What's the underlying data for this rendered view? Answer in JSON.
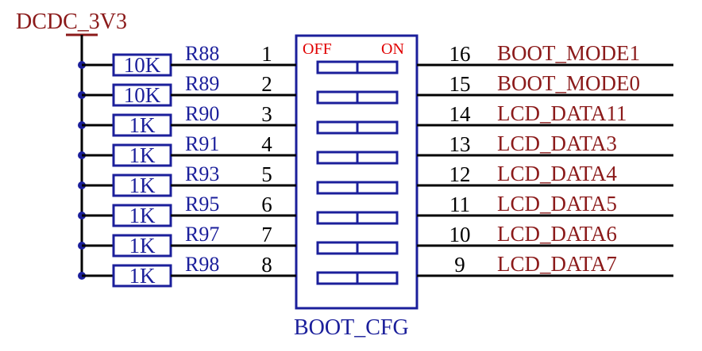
{
  "power_net": "DCDC_3V3",
  "component": {
    "designator": "BOOT_CFG",
    "off_label": "OFF",
    "on_label": "ON"
  },
  "colors": {
    "wire": "#000000",
    "component": "#1b1f9b",
    "net_label": "#8b1a1a",
    "switch_text": "#e00000"
  },
  "rows": [
    {
      "resistor": "R88",
      "value": "10K",
      "left_pin": "1",
      "right_pin": "16",
      "net": "BOOT_MODE1"
    },
    {
      "resistor": "R89",
      "value": "10K",
      "left_pin": "2",
      "right_pin": "15",
      "net": "BOOT_MODE0"
    },
    {
      "resistor": "R90",
      "value": "1K",
      "left_pin": "3",
      "right_pin": "14",
      "net": "LCD_DATA11"
    },
    {
      "resistor": "R91",
      "value": "1K",
      "left_pin": "4",
      "right_pin": "13",
      "net": "LCD_DATA3"
    },
    {
      "resistor": "R93",
      "value": "1K",
      "left_pin": "5",
      "right_pin": "12",
      "net": "LCD_DATA4"
    },
    {
      "resistor": "R95",
      "value": "1K",
      "left_pin": "6",
      "right_pin": "11",
      "net": "LCD_DATA5"
    },
    {
      "resistor": "R97",
      "value": "1K",
      "left_pin": "7",
      "right_pin": "10",
      "net": "LCD_DATA6"
    },
    {
      "resistor": "R98",
      "value": "1K",
      "left_pin": "8",
      "right_pin": "9",
      "net": "LCD_DATA7"
    }
  ]
}
